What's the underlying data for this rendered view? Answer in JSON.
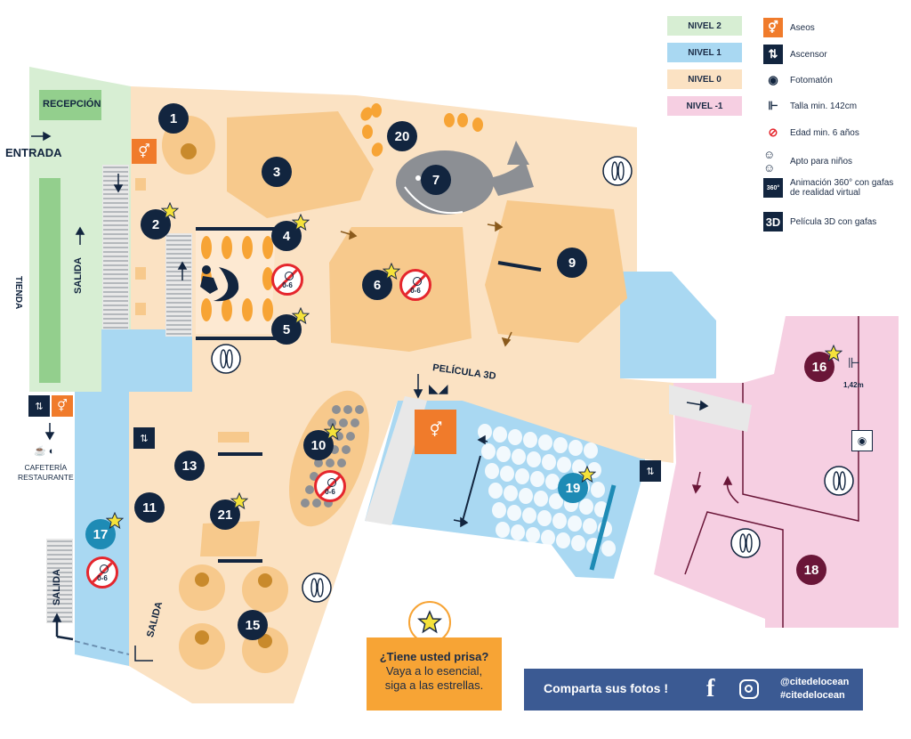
{
  "legend": {
    "levels": [
      {
        "label": "NIVEL 2",
        "color": "#d7eed3"
      },
      {
        "label": "NIVEL 1",
        "color": "#a9d8f2"
      },
      {
        "label": "NIVEL 0",
        "color": "#fbe2c3"
      },
      {
        "label": "NIVEL -1",
        "color": "#f6cfe2"
      }
    ],
    "symbols": [
      {
        "icon": "restroom-icon",
        "label": "Aseos"
      },
      {
        "icon": "elevator-icon",
        "label": "Ascensor"
      },
      {
        "icon": "camera-icon",
        "label": "Fotomatón"
      },
      {
        "icon": "height-icon",
        "label": "Talla min. 142cm"
      },
      {
        "icon": "age-icon",
        "label": "Edad min. 6 años"
      },
      {
        "icon": "kids-icon",
        "label": "Apto para niños"
      },
      {
        "icon": "vr360-icon",
        "label": "Animación 360° con gafas",
        "label2": "de realidad virtual"
      },
      {
        "icon": "film3d-icon",
        "label": "Película 3D con gafas"
      }
    ]
  },
  "map": {
    "entrada": "ENTRADA",
    "recepcion": "RECEPCIÓN",
    "tienda": "TIENDA",
    "salida": "SALIDA",
    "cafeteria_1": "CAFETERÍA",
    "cafeteria_2": "RESTAURANTE",
    "pelicula_3d": "PELÍCULA 3D",
    "height_value": "1,42m",
    "age_badge": "0-6"
  },
  "stops": [
    {
      "n": "1",
      "star": false,
      "color": "#12253f"
    },
    {
      "n": "2",
      "star": true,
      "color": "#12253f"
    },
    {
      "n": "3",
      "star": false,
      "color": "#12253f"
    },
    {
      "n": "4",
      "star": true,
      "color": "#12253f"
    },
    {
      "n": "5",
      "star": true,
      "color": "#12253f"
    },
    {
      "n": "6",
      "star": true,
      "color": "#12253f"
    },
    {
      "n": "7",
      "star": false,
      "color": "#12253f"
    },
    {
      "n": "9",
      "star": false,
      "color": "#12253f"
    },
    {
      "n": "10",
      "star": true,
      "color": "#12253f"
    },
    {
      "n": "11",
      "star": false,
      "color": "#12253f"
    },
    {
      "n": "13",
      "star": false,
      "color": "#12253f"
    },
    {
      "n": "15",
      "star": false,
      "color": "#12253f"
    },
    {
      "n": "16",
      "star": true,
      "color": "#6a1638"
    },
    {
      "n": "17",
      "star": true,
      "color": "#1e8bb5"
    },
    {
      "n": "18",
      "star": false,
      "color": "#6a1638"
    },
    {
      "n": "19",
      "star": true,
      "color": "#1e8bb5"
    },
    {
      "n": "20",
      "star": false,
      "color": "#12253f"
    },
    {
      "n": "21",
      "star": true,
      "color": "#12253f"
    }
  ],
  "hurry": {
    "title": "¿Tiene usted prisa?",
    "line1": "Vaya a lo esencial,",
    "line2": "siga a las estrellas."
  },
  "share": {
    "text": "Comparta sus fotos !",
    "handle1": "@citedelocean",
    "handle2": "#citedelocean"
  },
  "colors": {
    "navy": "#12253f",
    "orange": "#f07b2b",
    "star": "#f5e23a",
    "level0_dark": "#f7c98c"
  }
}
